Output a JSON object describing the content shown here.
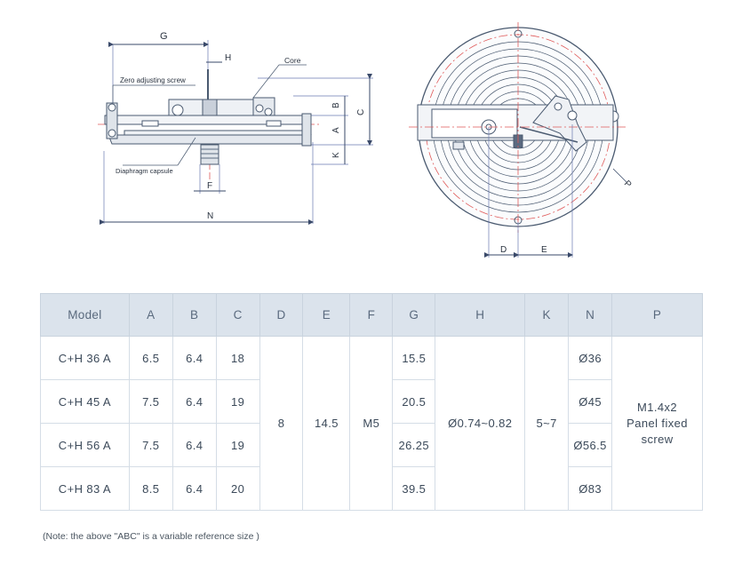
{
  "diagram": {
    "labels": {
      "g": "G",
      "h": "H",
      "core": "Core",
      "zero_screw": "Zero adjusting screw",
      "b": "B",
      "c": "C",
      "a": "A",
      "k": "K",
      "diaphragm": "Diaphragm capsule",
      "f": "F",
      "n": "N",
      "d": "D",
      "e": "E",
      "p": "P"
    }
  },
  "table": {
    "headers": [
      "Model",
      "A",
      "B",
      "C",
      "D",
      "E",
      "F",
      "G",
      "H",
      "K",
      "N",
      "P"
    ],
    "rows": [
      {
        "model": "C+H 36 A",
        "a": "6.5",
        "b": "6.4",
        "c": "18",
        "g": "15.5",
        "n": "Ø36"
      },
      {
        "model": "C+H 45 A",
        "a": "7.5",
        "b": "6.4",
        "c": "19",
        "g": "20.5",
        "n": "Ø45"
      },
      {
        "model": "C+H 56 A",
        "a": "7.5",
        "b": "6.4",
        "c": "19",
        "g": "26.25",
        "n": "Ø56.5"
      },
      {
        "model": "C+H 83 A",
        "a": "8.5",
        "b": "6.4",
        "c": "20",
        "g": "39.5",
        "n": "Ø83"
      }
    ],
    "shared": {
      "d": "8",
      "e": "14.5",
      "f": "M5",
      "h": "Ø0.74~0.82",
      "k": "5~7",
      "p_line1": "M1.4x2",
      "p_line2": "Panel fixed",
      "p_line3": "screw"
    }
  },
  "note": "(Note: the above \"ABC\" is a variable reference size )"
}
